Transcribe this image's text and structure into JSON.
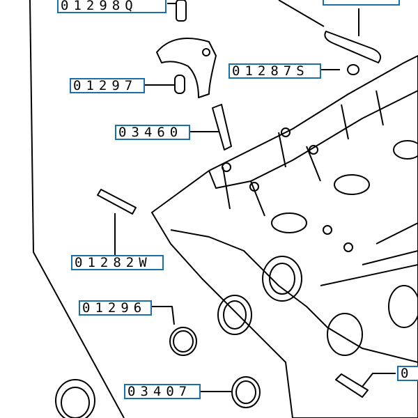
{
  "labels": {
    "p01298q": "01298Q",
    "p01287s": "01287S",
    "p01297": "01297",
    "p03460": "03460",
    "p01282w": "01282W",
    "p01296": "01296",
    "p03407": "03407",
    "partial_bottom_right": "0"
  },
  "colors": {
    "label_border": "#1a6fa8",
    "lines": "#000000"
  }
}
